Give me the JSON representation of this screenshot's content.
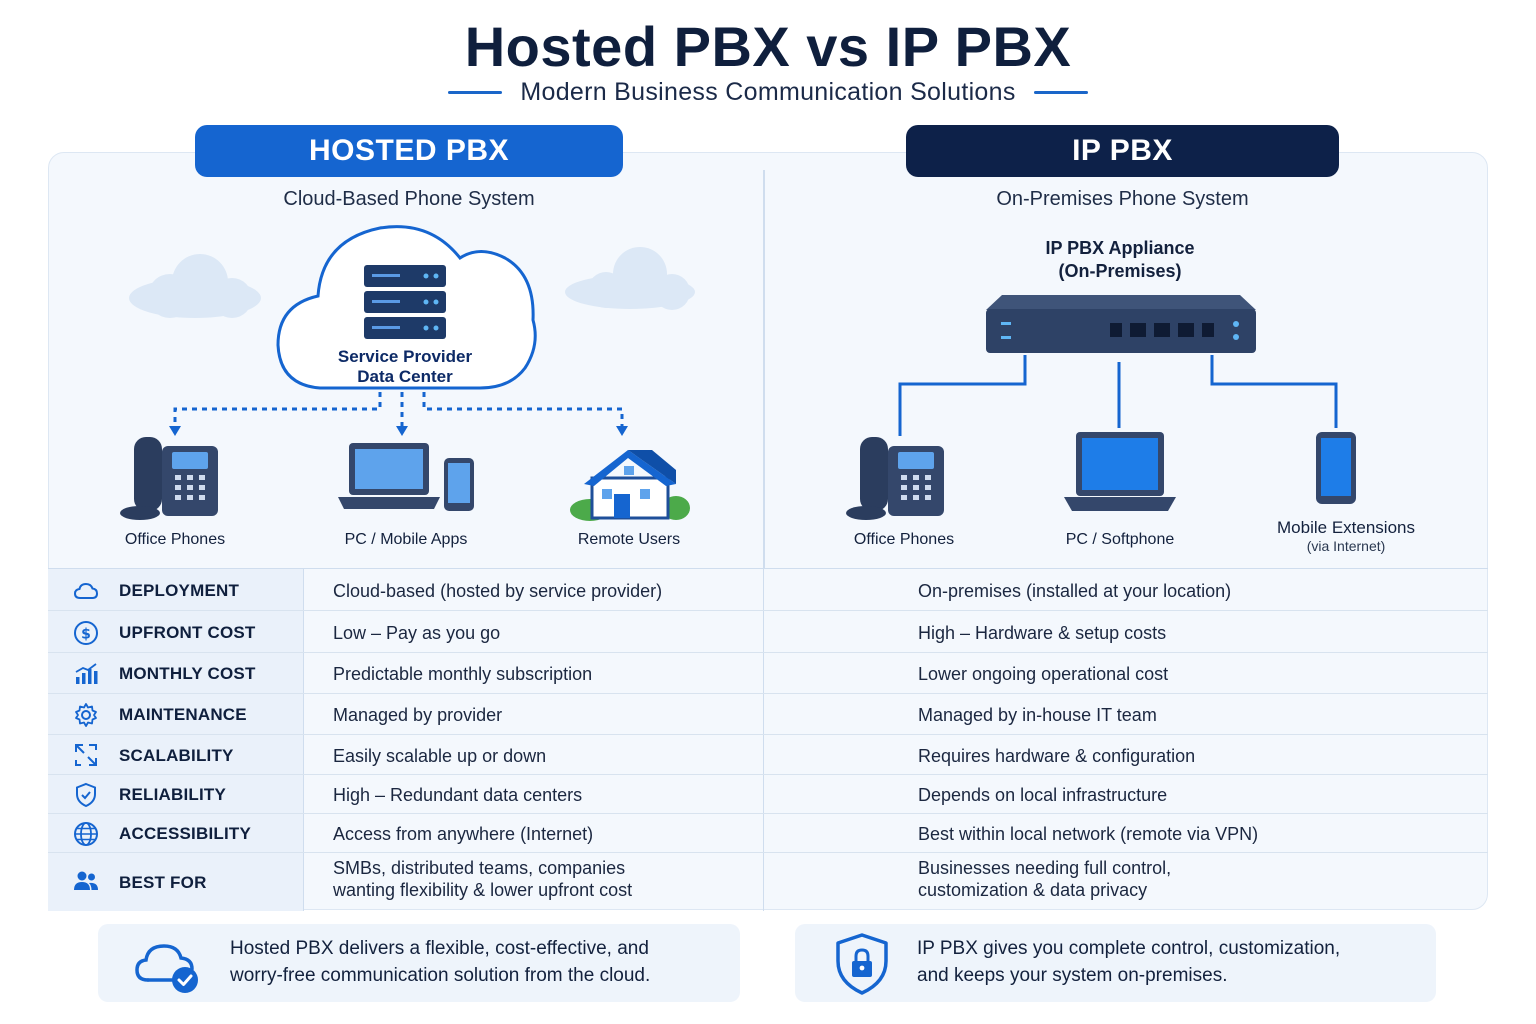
{
  "header": {
    "title": "Hosted PBX vs IP PBX",
    "subtitle": "Modern Business Communication Solutions"
  },
  "hosted": {
    "heading": "HOSTED PBX",
    "subheading": "Cloud-Based Phone System",
    "cloud_label_line1": "Service Provider",
    "cloud_label_line2": "Data Center",
    "devices": [
      "Office Phones",
      "PC / Mobile Apps",
      "Remote Users"
    ],
    "summary_line1": "Hosted PBX delivers a flexible, cost-effective, and",
    "summary_line2": "worry-free communication solution from the cloud."
  },
  "ip": {
    "heading": "IP PBX",
    "subheading": "On-Premises Phone System",
    "appliance_line1": "IP PBX Appliance",
    "appliance_line2": "(On-Premises)",
    "devices": [
      "Office Phones",
      "PC / Softphone",
      "Mobile Extensions"
    ],
    "device_note": "(via Internet)",
    "summary_line1": "IP PBX gives you complete control, customization,",
    "summary_line2": "and keeps your system on-premises."
  },
  "table": {
    "rows": [
      {
        "icon": "cloud-icon",
        "label": "DEPLOYMENT",
        "hosted": "Cloud-based (hosted by service provider)",
        "ip": "On-premises (installed at your location)"
      },
      {
        "icon": "dollar-icon",
        "label": "UPFRONT COST",
        "hosted": "Low – Pay as you go",
        "ip": "High – Hardware & setup costs"
      },
      {
        "icon": "bar-chart-icon",
        "label": "MONTHLY COST",
        "hosted": "Predictable monthly subscription",
        "ip": "Lower ongoing operational cost"
      },
      {
        "icon": "gear-icon",
        "label": "MAINTENANCE",
        "hosted": "Managed by provider",
        "ip": "Managed by in-house IT team"
      },
      {
        "icon": "expand-icon",
        "label": "SCALABILITY",
        "hosted": "Easily scalable up or down",
        "ip": "Requires hardware & configuration"
      },
      {
        "icon": "shield-icon",
        "label": "RELIABILITY",
        "hosted": "High – Redundant data centers",
        "ip": "Depends on local infrastructure"
      },
      {
        "icon": "globe-icon",
        "label": "ACCESSIBILITY",
        "hosted": "Access from anywhere (Internet)",
        "ip": "Best within local network (remote via VPN)"
      },
      {
        "icon": "users-icon",
        "label": "BEST FOR",
        "hosted": "SMBs, distributed teams, companies",
        "hosted_2": "wanting flexibility & lower upfront cost",
        "ip": "Businesses needing full control,",
        "ip_2": "customization & data privacy"
      }
    ]
  },
  "colors": {
    "hosted_accent": "#1565d0",
    "ip_accent": "#0d2149",
    "title": "#0f1f3d"
  }
}
